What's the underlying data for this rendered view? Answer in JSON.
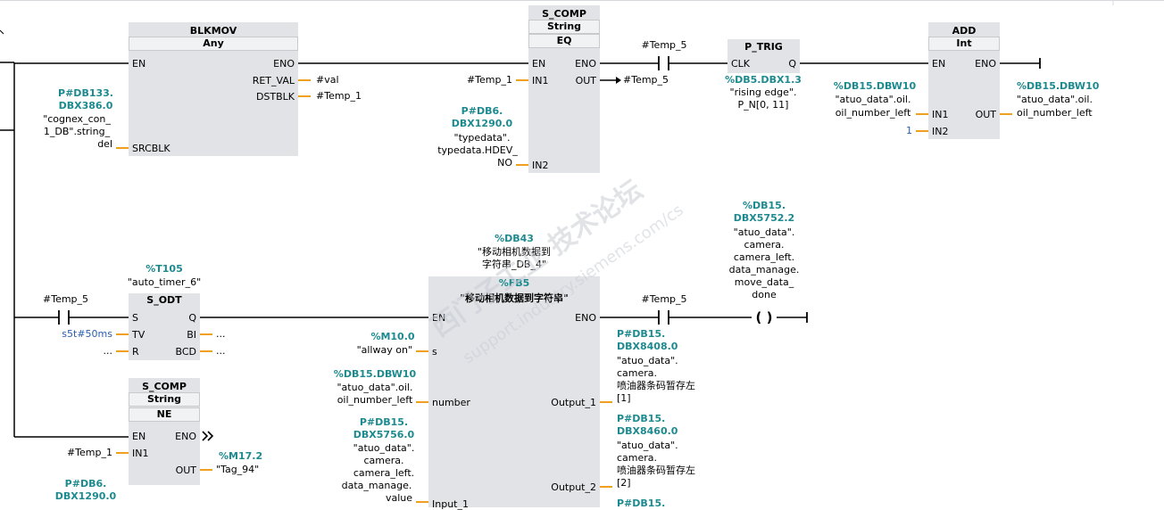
{
  "network1": {
    "blkmov": {
      "name": "BLKMOV",
      "type": "Any",
      "pin_en": "EN",
      "pin_eno": "ENO",
      "pin_retval": "RET_VAL",
      "pin_dstblk": "DSTBLK",
      "pin_srcblk": "SRCBLK",
      "retval_op": "#val",
      "dstblk_op": "#Temp_1",
      "src_addr1": "P#DB133.",
      "src_addr2": "DBX386.0",
      "src_sym1": "\"cognex_con_",
      "src_sym2": "1_DB\".string_",
      "src_sym3": "del"
    },
    "scomp_eq": {
      "name": "S_COMP",
      "type": "String",
      "op": "EQ",
      "pin_en": "EN",
      "pin_eno": "ENO",
      "pin_in1": "IN1",
      "pin_out": "OUT",
      "pin_in2": "IN2",
      "in1_op": "#Temp_1",
      "out_op": "#Temp_5",
      "in2_addr1": "P#DB6.",
      "in2_addr2": "DBX1290.0",
      "in2_sym1": "\"typedata\".",
      "in2_sym2": "typedata.HDEV_",
      "in2_sym3": "NO"
    },
    "contact_top": "#Temp_5",
    "ptrig": {
      "name": "P_TRIG",
      "pin_clk": "CLK",
      "pin_q": "Q",
      "addr": "%DB5.DBX1.3",
      "sym1": "\"rising edge\".",
      "sym2": "P_N[0, 11]"
    },
    "add": {
      "name": "ADD",
      "type": "Int",
      "pin_en": "EN",
      "pin_eno": "ENO",
      "pin_in1": "IN1",
      "pin_out": "OUT",
      "pin_in2": "IN2",
      "in1_addr": "%DB15.DBW10",
      "in1_sym1": "\"atuo_data\".oil.",
      "in1_sym2": "oil_number_left",
      "in2_val": "1",
      "out_addr": "%DB15.DBW10",
      "out_sym1": "\"atuo_data\".oil.",
      "out_sym2": "oil_number_left"
    }
  },
  "network2": {
    "contact_temp5": "#Temp_5",
    "sodt": {
      "addr": "%T105",
      "sym": "\"auto_timer_6\"",
      "name": "S_ODT",
      "pin_s": "S",
      "pin_q": "Q",
      "pin_tv": "TV",
      "pin_bi": "BI",
      "pin_r": "R",
      "pin_bcd": "BCD",
      "tv_val": "s5t#50ms",
      "bi_op": "...",
      "r_op": "...",
      "bcd_op": "..."
    },
    "fb": {
      "inst_addr": "%DB43",
      "inst_sym1": "\"移动相机数据到",
      "inst_sym2": "字符串_DB_4\"",
      "addr": "%FB5",
      "name": "\"移动相机数据到字符串\"",
      "pin_en": "EN",
      "pin_eno": "ENO",
      "pin_s": "s",
      "pin_number": "number",
      "pin_out1": "Output_1",
      "pin_out2": "Output_2",
      "pin_input1": "Input_1",
      "s_addr": "%M10.0",
      "s_sym": "\"allway on\"",
      "num_addr": "%DB15.DBW10",
      "num_sym1": "\"atuo_data\".oil.",
      "num_sym2": "oil_number_left",
      "in1_addr1": "P#DB15.",
      "in1_addr2": "DBX5756.0",
      "in1_sym1": "\"atuo_data\".",
      "in1_sym2": "camera.",
      "in1_sym3": "camera_left.",
      "in1_sym4": "data_manage.",
      "in1_sym5": "value",
      "out1_addr1": "P#DB15.",
      "out1_addr2": "DBX8408.0",
      "out1_sym1": "\"atuo_data\".",
      "out1_sym2": "camera.",
      "out1_sym3": "喷油器条码暂存左",
      "out1_sym4": "[1]",
      "out2_addr1": "P#DB15.",
      "out2_addr2": "DBX8460.0",
      "out2_sym1": "\"atuo_data\".",
      "out2_sym2": "camera.",
      "out2_sym3": "喷油器条码暂存左",
      "out2_sym4": "[2]",
      "out3_addr1": "P#DB15."
    },
    "contact2": "#Temp_5",
    "coil": {
      "addr1": "%DB15.",
      "addr2": "DBX5752.2",
      "sym1": "\"atuo_data\".",
      "sym2": "camera.",
      "sym3": "camera_left.",
      "sym4": "data_manage.",
      "sym5": "move_data_",
      "sym6": "done",
      "symbol": "( )"
    },
    "scomp_ne": {
      "name": "S_COMP",
      "type": "String",
      "op": "NE",
      "pin_en": "EN",
      "pin_eno": "ENO",
      "pin_in1": "IN1",
      "pin_out": "OUT",
      "in1_op": "#Temp_1",
      "out_addr": "%M17.2",
      "out_sym": "\"Tag_94\"",
      "in2_addr1": "P#DB6.",
      "in2_addr2": "DBX1290.0"
    }
  },
  "watermark": {
    "line1": "西门子工业  技术论坛",
    "line2": "support.industry.siemens.com/cs"
  }
}
